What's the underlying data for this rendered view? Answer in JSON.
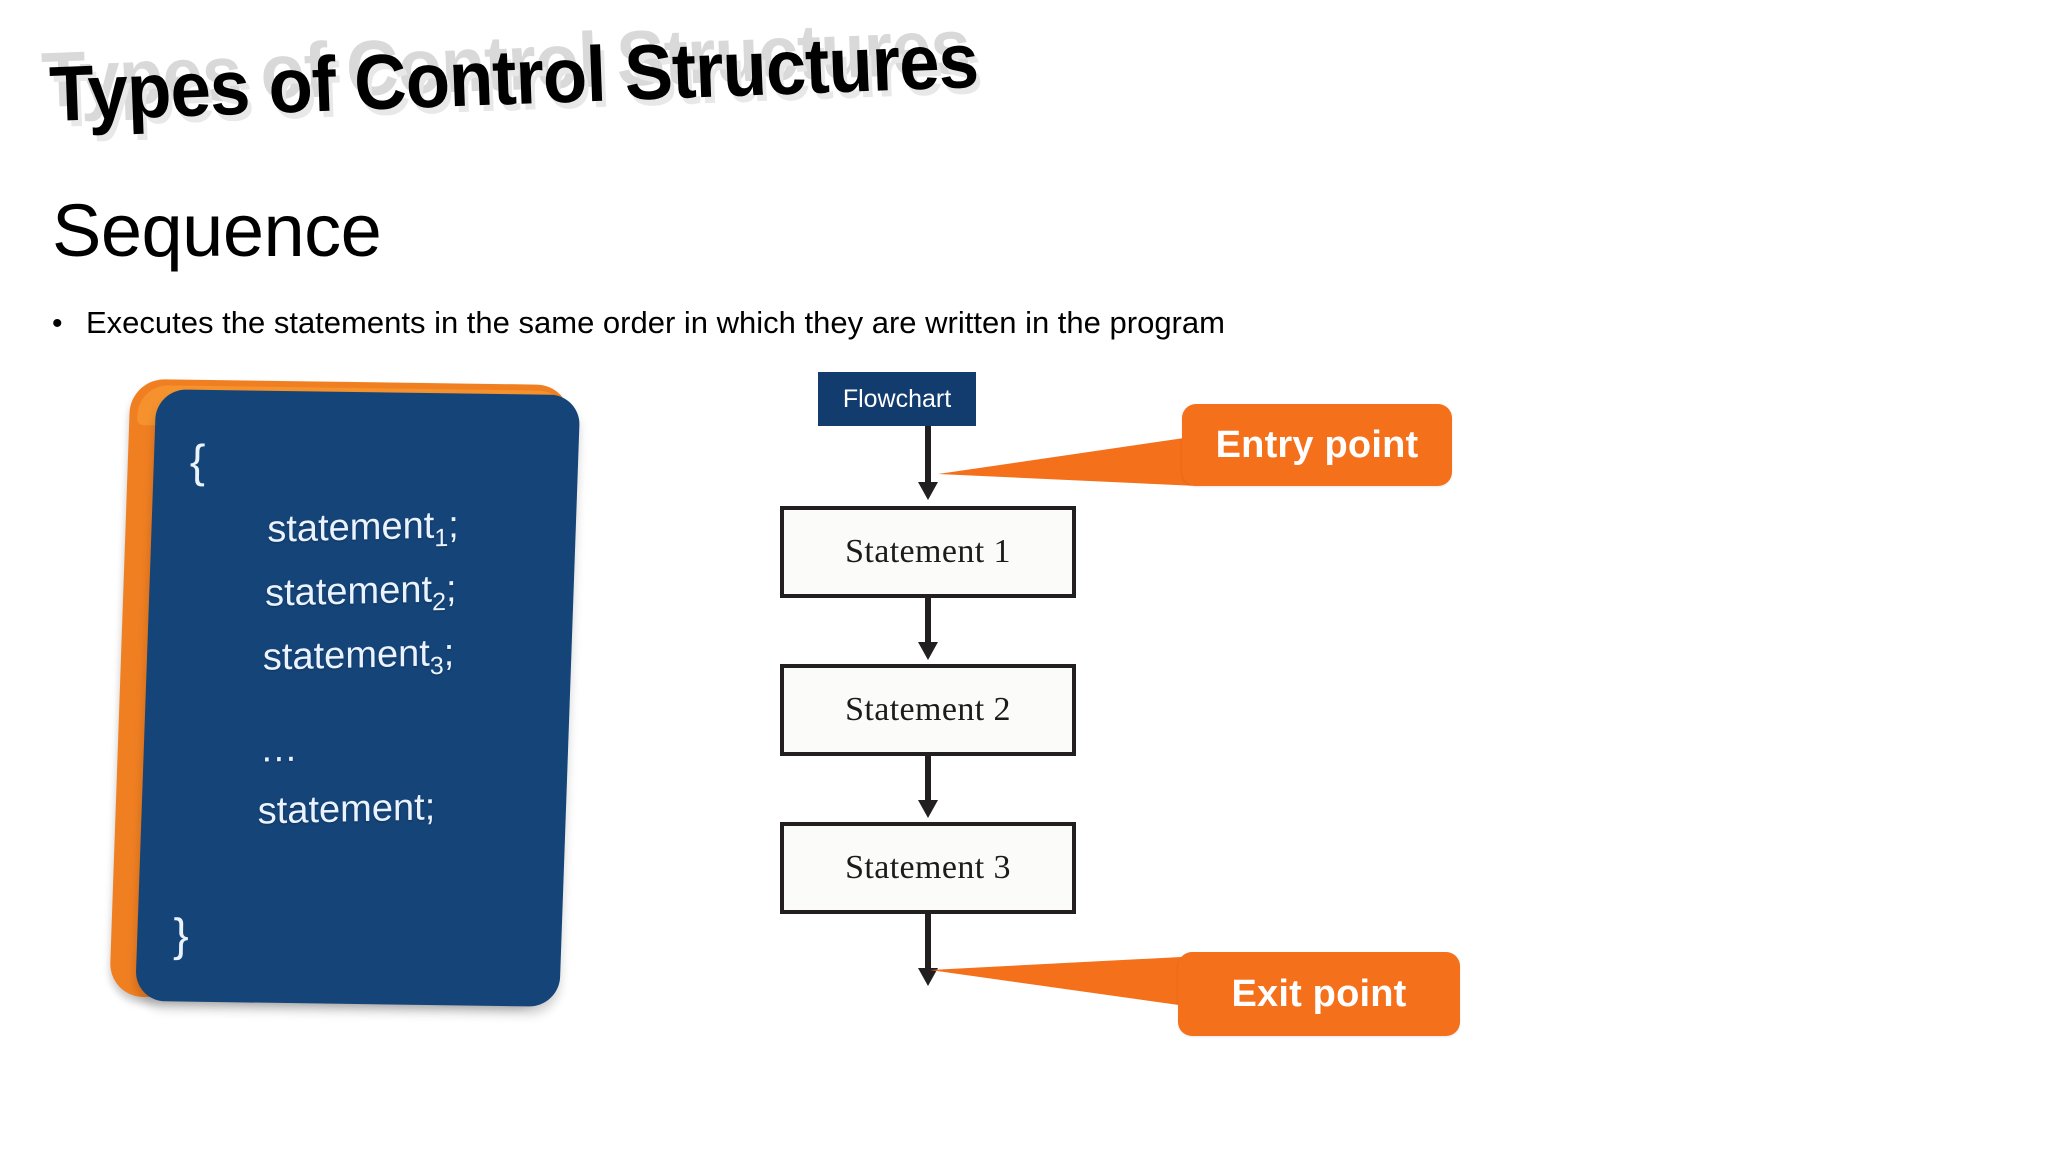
{
  "slide": {
    "title": "Types of Control Structures",
    "section_heading": "Sequence",
    "bullet_marker": "•",
    "bullet_text": "Executes the statements in the same order in which they are written in the program"
  },
  "colors": {
    "navy": "#154478",
    "navy_tag": "#123C6E",
    "orange": "#F4701B",
    "orange_edge": "#F07F22",
    "box_border": "#231F20",
    "box_fill": "#FBFBF9",
    "title_ghost": "#D9D9D9",
    "background": "#FFFFFF"
  },
  "code_card": {
    "open_brace": "{",
    "close_brace": "}",
    "lines": [
      {
        "text": "statement",
        "sub": "1",
        "suffix": ";"
      },
      {
        "text": "statement",
        "sub": "2",
        "suffix": ";"
      },
      {
        "text": "statement",
        "sub": "3",
        "suffix": ";"
      },
      {
        "text": "…",
        "sub": "",
        "suffix": ""
      },
      {
        "text": "statement",
        "sub": "",
        "suffix": ";"
      }
    ],
    "line_1": "statement",
    "line_1_sub": "1",
    "line_1_suffix": ";",
    "line_2": "statement",
    "line_2_sub": "2",
    "line_2_suffix": ";",
    "line_3": "statement",
    "line_3_sub": "3",
    "line_3_suffix": ";",
    "line_4": "…",
    "line_5": "statement",
    "line_5_suffix": ";"
  },
  "flowchart": {
    "tag_label": "Flowchart",
    "boxes": [
      {
        "label": "Statement 1"
      },
      {
        "label": "Statement 2"
      },
      {
        "label": "Statement 3"
      }
    ],
    "callouts": {
      "entry": "Entry point",
      "exit": "Exit point"
    }
  }
}
